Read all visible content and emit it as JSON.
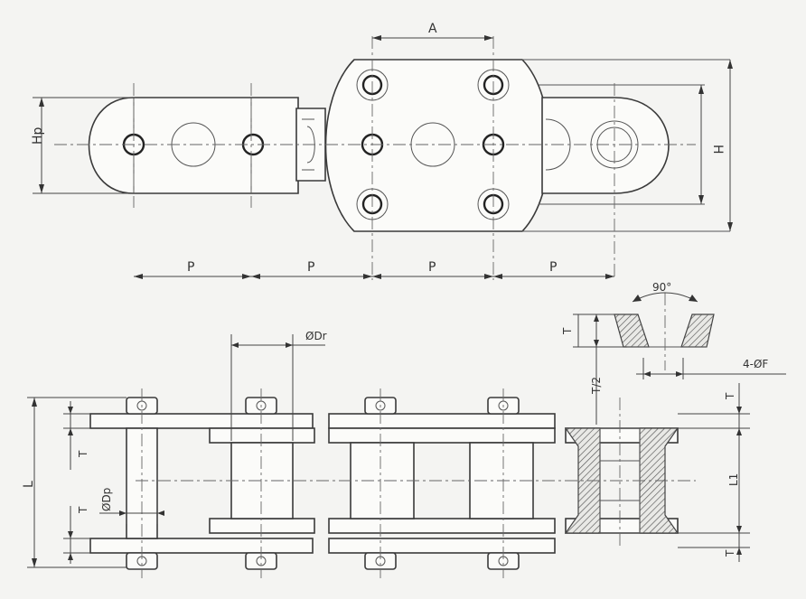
{
  "labels": {
    "a": "A",
    "h": "H",
    "hp": "Hp",
    "p1": "P",
    "p2": "P",
    "p3": "P",
    "p4": "P",
    "angle": "90°",
    "t_top_right": "T",
    "t_bottom_right": "T",
    "t_half": "T/2",
    "t_small": "T",
    "t_left_top": "T",
    "t_left_bottom": "T",
    "holes": "4-ØF",
    "dr": "ØDr",
    "dp": "ØDp",
    "l": "L",
    "l1": "L1"
  },
  "colors": {
    "line": "#3a3a3a",
    "background": "#f4f4f2"
  }
}
